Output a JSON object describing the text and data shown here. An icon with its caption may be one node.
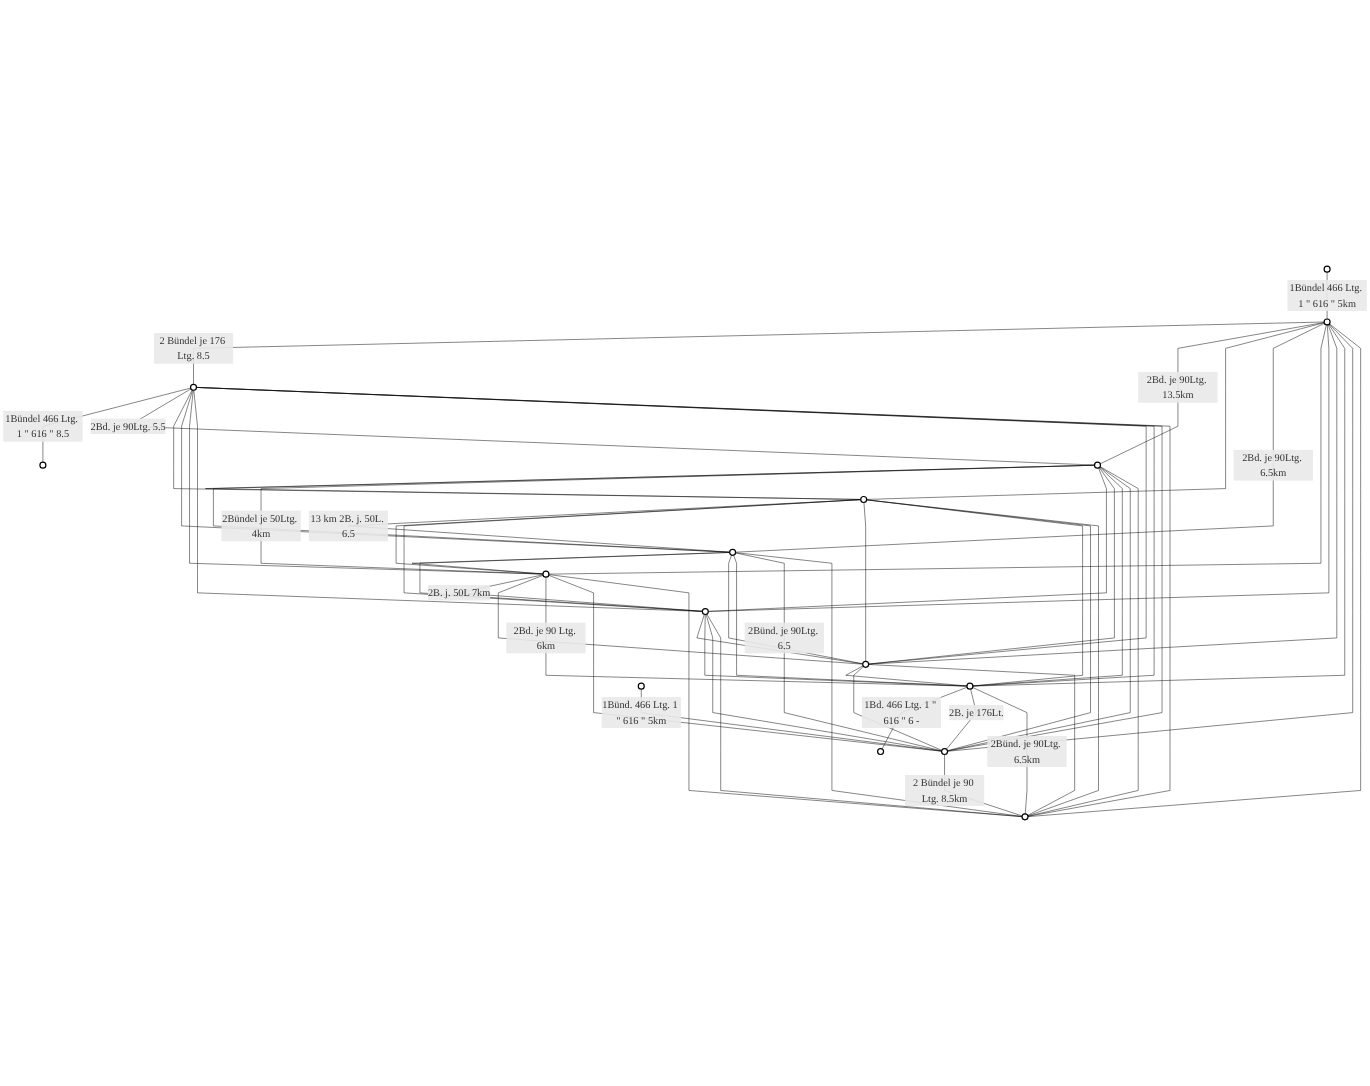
{
  "diagram": {
    "nodes": [
      {
        "text": [],
        "shape": "circle"
      },
      {
        "text": [],
        "shape": "circle"
      },
      {
        "text": [],
        "shape": "circle"
      },
      {
        "text": [],
        "shape": "circle"
      },
      {
        "text": [],
        "shape": "circle"
      },
      {
        "text": [],
        "shape": "circle"
      },
      {
        "text": [],
        "shape": "circle"
      },
      {
        "text": [],
        "shape": "circle"
      },
      {
        "text": [],
        "shape": "circle"
      },
      {
        "text": [],
        "shape": "circle"
      },
      {
        "text": [],
        "shape": "circle"
      },
      {
        "text": [],
        "shape": "circle"
      },
      {
        "text": [],
        "shape": "circle"
      },
      {
        "text": [],
        "shape": "circle"
      },
      {
        "text": [],
        "shape": "circle"
      }
    ],
    "edges": [
      {
        "from": 0,
        "to": 2,
        "arrow": "none",
        "label": "1Bündel 466 Ltg. 1 \" 616 \" 5km"
      },
      {
        "from": 3,
        "to": 1,
        "arrow": "none",
        "label": "1Bündel 466 Ltg. 1 \" 616 \" 8.5"
      },
      {
        "from": 12,
        "to": 11,
        "arrow": "none",
        "label": "1Bünd. 466 Ltg. 1 \" 616 \" 5km"
      },
      {
        "from": 10,
        "to": 13,
        "arrow": "none",
        "label": "1Bd. 466 Ltg. 1 \" 616 \" 6 -"
      },
      {
        "from": 2,
        "to": 3,
        "arrow": "none",
        "label": "2 Bündel je 176 Ltg. 8.5"
      },
      {
        "from": 2,
        "to": 4,
        "arrow": "none",
        "label": "2Bd. je 90Ltg. 13.5km"
      },
      {
        "from": 2,
        "to": 5,
        "arrow": "none"
      },
      {
        "from": 2,
        "to": 6,
        "arrow": "none",
        "label": "2Bd. je 90Ltg. 6.5km"
      },
      {
        "from": 2,
        "to": 7,
        "arrow": "none"
      },
      {
        "from": 2,
        "to": 8,
        "arrow": "none"
      },
      {
        "from": 2,
        "to": 9,
        "arrow": "none"
      },
      {
        "from": 2,
        "to": 10,
        "arrow": "none"
      },
      {
        "from": 2,
        "to": 11,
        "arrow": "none"
      },
      {
        "from": 2,
        "to": 14,
        "arrow": "none"
      },
      {
        "from": 3,
        "to": 4,
        "arrow": "none",
        "label": "2Bd. je 90Ltg. 5.5"
      },
      {
        "from": 3,
        "to": 5,
        "arrow": "none"
      },
      {
        "from": 3,
        "to": 6,
        "arrow": "none"
      },
      {
        "from": 3,
        "to": 7,
        "arrow": "none"
      },
      {
        "from": 3,
        "to": 8,
        "arrow": "none"
      },
      {
        "from": 3,
        "to": 9,
        "arrow": "none"
      },
      {
        "from": 3,
        "to": 10,
        "arrow": "none"
      },
      {
        "from": 3,
        "to": 11,
        "arrow": "none"
      },
      {
        "from": 3,
        "to": 14,
        "arrow": "none"
      },
      {
        "from": 4,
        "to": 5,
        "arrow": "none"
      },
      {
        "from": 4,
        "to": 6,
        "arrow": "none"
      },
      {
        "from": 4,
        "to": 7,
        "arrow": "none",
        "label": "2Bündel je 50Ltg. 4km"
      },
      {
        "from": 4,
        "to": 8,
        "arrow": "none"
      },
      {
        "from": 4,
        "to": 9,
        "arrow": "none"
      },
      {
        "from": 4,
        "to": 10,
        "arrow": "none"
      },
      {
        "from": 4,
        "to": 11,
        "arrow": "none"
      },
      {
        "from": 4,
        "to": 14,
        "arrow": "none"
      },
      {
        "from": 5,
        "to": 6,
        "arrow": "none",
        "label": "13 km 2B. j. 50L. 6.5"
      },
      {
        "from": 5,
        "to": 7,
        "arrow": "none"
      },
      {
        "from": 5,
        "to": 8,
        "arrow": "none"
      },
      {
        "from": 5,
        "to": 9,
        "arrow": "none"
      },
      {
        "from": 5,
        "to": 10,
        "arrow": "none"
      },
      {
        "from": 5,
        "to": 11,
        "arrow": "none"
      },
      {
        "from": 5,
        "to": 14,
        "arrow": "none"
      },
      {
        "from": 6,
        "to": 7,
        "arrow": "none"
      },
      {
        "from": 6,
        "to": 8,
        "arrow": "none"
      },
      {
        "from": 6,
        "to": 9,
        "arrow": "none"
      },
      {
        "from": 6,
        "to": 10,
        "arrow": "none"
      },
      {
        "from": 6,
        "to": 11,
        "arrow": "none",
        "label": "2Bünd. je 90Ltg. 6.5"
      },
      {
        "from": 6,
        "to": 14,
        "arrow": "none"
      },
      {
        "from": 7,
        "to": 8,
        "arrow": "none",
        "label": "2B. j. 50L 7km"
      },
      {
        "from": 7,
        "to": 9,
        "arrow": "none"
      },
      {
        "from": 7,
        "to": 10,
        "arrow": "none",
        "label": "2Bd. je 90 Ltg. 6km"
      },
      {
        "from": 7,
        "to": 11,
        "arrow": "none"
      },
      {
        "from": 7,
        "to": 14,
        "arrow": "none"
      },
      {
        "from": 8,
        "to": 9,
        "arrow": "none"
      },
      {
        "from": 8,
        "to": 10,
        "arrow": "none"
      },
      {
        "from": 8,
        "to": 11,
        "arrow": "none"
      },
      {
        "from": 8,
        "to": 14,
        "arrow": "none"
      },
      {
        "from": 9,
        "to": 10,
        "arrow": "none"
      },
      {
        "from": 9,
        "to": 11,
        "arrow": "none"
      },
      {
        "from": 9,
        "to": 14,
        "arrow": "none"
      },
      {
        "from": 10,
        "to": 11,
        "arrow": "none",
        "label": "2B. je 176Lt."
      },
      {
        "from": 10,
        "to": 14,
        "arrow": "none",
        "label": "2Bünd. je 90Ltg. 6.5km"
      },
      {
        "from": 11,
        "to": 14,
        "arrow": "none",
        "label": "2 Bündel je 90 Ltg. 8.5km"
      }
    ]
  }
}
